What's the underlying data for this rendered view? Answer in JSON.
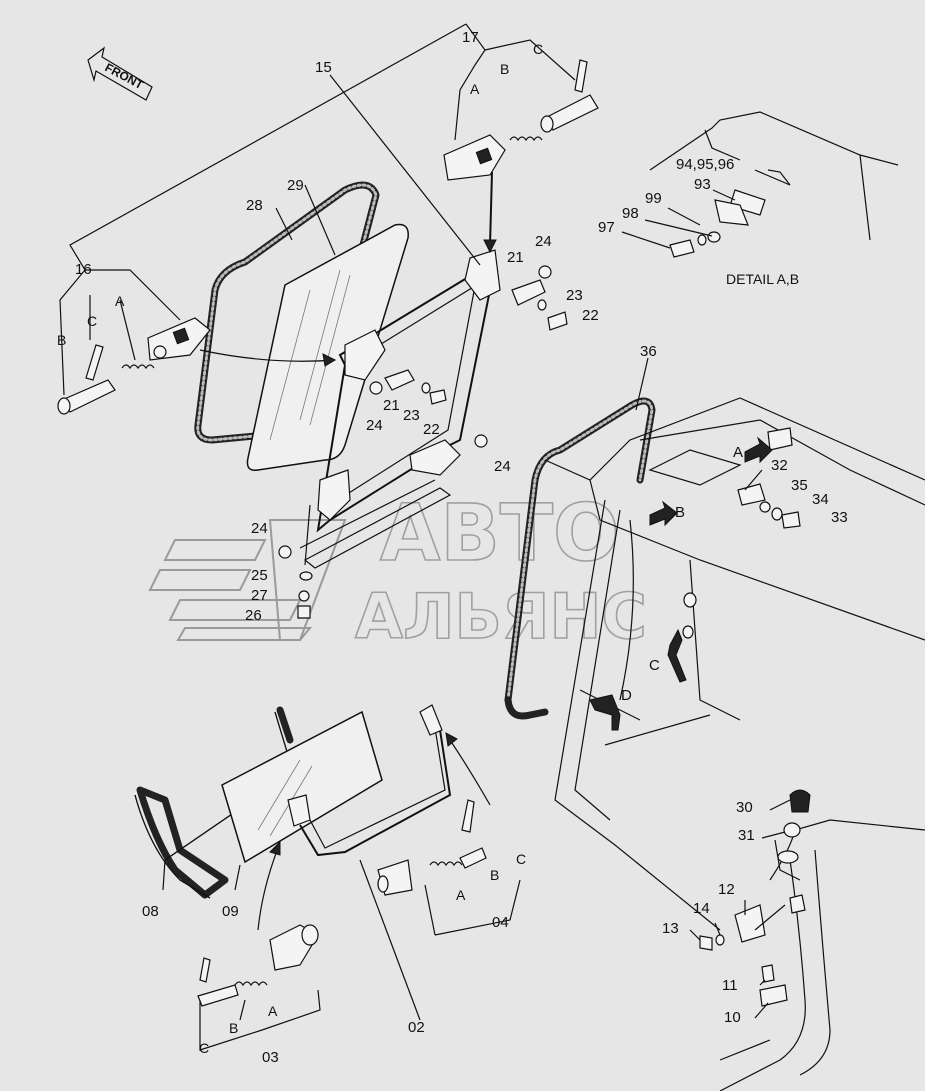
{
  "orientation_label": "FRONT",
  "detail_label": "DETAIL A,B",
  "watermark": {
    "line1": "АВТО",
    "line2": "АЛЬЯНС"
  },
  "part_numbers": [
    {
      "id": "17",
      "text": "17"
    },
    {
      "id": "15",
      "text": "15"
    },
    {
      "id": "28",
      "text": "28"
    },
    {
      "id": "29",
      "text": "29"
    },
    {
      "id": "16",
      "text": "16"
    },
    {
      "id": "21a",
      "text": "21"
    },
    {
      "id": "24a",
      "text": "24"
    },
    {
      "id": "23a",
      "text": "23"
    },
    {
      "id": "22a",
      "text": "22"
    },
    {
      "id": "21b",
      "text": "21"
    },
    {
      "id": "23b",
      "text": "23"
    },
    {
      "id": "24b",
      "text": "24"
    },
    {
      "id": "22b",
      "text": "22"
    },
    {
      "id": "24c",
      "text": "24"
    },
    {
      "id": "24d",
      "text": "24"
    },
    {
      "id": "25",
      "text": "25"
    },
    {
      "id": "27",
      "text": "27"
    },
    {
      "id": "26",
      "text": "26"
    },
    {
      "id": "36",
      "text": "36"
    },
    {
      "id": "32",
      "text": "32"
    },
    {
      "id": "35",
      "text": "35"
    },
    {
      "id": "34",
      "text": "34"
    },
    {
      "id": "33",
      "text": "33"
    },
    {
      "id": "94-96",
      "text": "94,95,96"
    },
    {
      "id": "93",
      "text": "93"
    },
    {
      "id": "99",
      "text": "99"
    },
    {
      "id": "98",
      "text": "98"
    },
    {
      "id": "97",
      "text": "97"
    },
    {
      "id": "08",
      "text": "08"
    },
    {
      "id": "09",
      "text": "09"
    },
    {
      "id": "02",
      "text": "02"
    },
    {
      "id": "04",
      "text": "04"
    },
    {
      "id": "03",
      "text": "03"
    },
    {
      "id": "30",
      "text": "30"
    },
    {
      "id": "31",
      "text": "31"
    },
    {
      "id": "12",
      "text": "12"
    },
    {
      "id": "14",
      "text": "14"
    },
    {
      "id": "13",
      "text": "13"
    },
    {
      "id": "11",
      "text": "11"
    },
    {
      "id": "10",
      "text": "10"
    }
  ],
  "sub_labels": [
    {
      "id": "17C",
      "text": "C"
    },
    {
      "id": "17B",
      "text": "B"
    },
    {
      "id": "17A",
      "text": "A"
    },
    {
      "id": "16C",
      "text": "C"
    },
    {
      "id": "16B",
      "text": "B"
    },
    {
      "id": "16A",
      "text": "A"
    },
    {
      "id": "04A",
      "text": "A"
    },
    {
      "id": "04B",
      "text": "B"
    },
    {
      "id": "04C",
      "text": "C"
    },
    {
      "id": "03B",
      "text": "B"
    },
    {
      "id": "03A",
      "text": "A"
    },
    {
      "id": "03C",
      "text": "C"
    }
  ],
  "cab_markers": [
    {
      "id": "A",
      "text": "A"
    },
    {
      "id": "B",
      "text": "B"
    },
    {
      "id": "C",
      "text": "C"
    },
    {
      "id": "D",
      "text": "D"
    }
  ]
}
